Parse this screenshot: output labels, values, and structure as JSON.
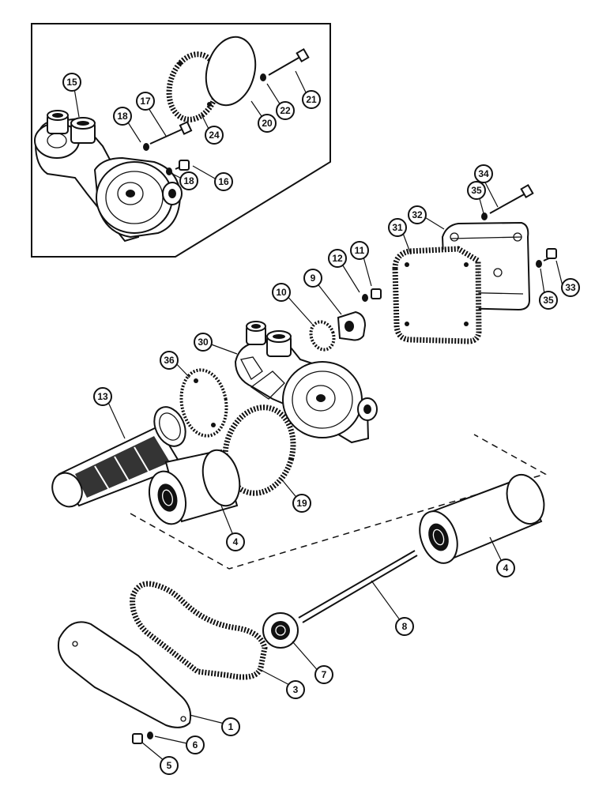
{
  "callouts": [
    {
      "label": "15"
    },
    {
      "label": "18"
    },
    {
      "label": "17"
    },
    {
      "label": "24"
    },
    {
      "label": "20"
    },
    {
      "label": "22"
    },
    {
      "label": "21"
    },
    {
      "label": "18"
    },
    {
      "label": "16"
    },
    {
      "label": "34"
    },
    {
      "label": "35"
    },
    {
      "label": "32"
    },
    {
      "label": "31"
    },
    {
      "label": "33"
    },
    {
      "label": "35"
    },
    {
      "label": "12"
    },
    {
      "label": "11"
    },
    {
      "label": "9"
    },
    {
      "label": "10"
    },
    {
      "label": "30"
    },
    {
      "label": "36"
    },
    {
      "label": "13"
    },
    {
      "label": "19"
    },
    {
      "label": "4"
    },
    {
      "label": "4"
    },
    {
      "label": "8"
    },
    {
      "label": "7"
    },
    {
      "label": "3"
    },
    {
      "label": "1"
    },
    {
      "label": "6"
    },
    {
      "label": "5"
    }
  ]
}
